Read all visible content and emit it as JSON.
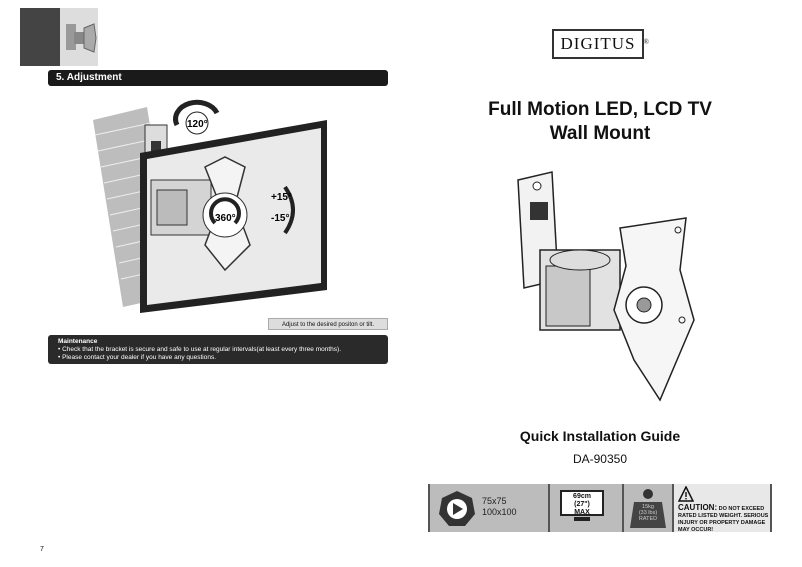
{
  "left_page": {
    "section_title": "5. Adjustment",
    "tilt_rotation_label": "120°",
    "rotation_label": "360°",
    "tilt_up_label": "+15°",
    "tilt_down_label": "-15°",
    "caption": "Adjust to the desired positon or tilt.",
    "maintenance": {
      "title": "Maintenance",
      "items": [
        "• Check that the bracket is secure and safe to use at regular intervals(at least every three months).",
        "• Please contact your dealer if you have any questions."
      ]
    },
    "page_number": "7"
  },
  "right_page": {
    "brand": "DIGITUS",
    "brand_mark": "®",
    "title_line1": "Full Motion LED, LCD TV",
    "title_line2": "Wall Mount",
    "guide_title": "Quick Installation Guide",
    "model": "DA-90350",
    "specs": {
      "vesa_line1": "75x75",
      "vesa_line2": "100x100",
      "screen_size": "69cm",
      "screen_size_inch": "(27\")",
      "screen_max": "MAX",
      "weight_line1": "15kg",
      "weight_line2": "(33 lbs)",
      "weight_line3": "RATED",
      "caution_title": "CAUTION:",
      "caution_text": "DO NOT EXCEED RATED LISTED WEIGHT. SERIOUS INJURY OR PROPERTY DAMAGE MAY OCCUR!"
    }
  },
  "colors": {
    "section_bar": "#1a1a1a",
    "strip_bg": "#555555",
    "cell_bg": "#bcbcbc"
  }
}
